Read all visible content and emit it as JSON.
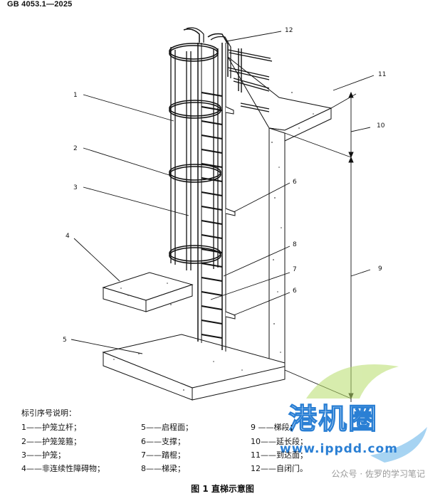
{
  "header": {
    "standard": "GB  4053.1—2025"
  },
  "callouts": {
    "c1": "1",
    "c2": "2",
    "c3": "3",
    "c4": "4",
    "c5": "5",
    "c6a": "6",
    "c6b": "6",
    "c7": "7",
    "c8": "8",
    "c9": "9",
    "c10": "10",
    "c11": "11",
    "c12": "12"
  },
  "legend": {
    "title": "标引序号说明：",
    "items": [
      "1——护笼立杆；",
      "2——护笼笼箍；",
      "3——护笼；",
      "4——非连续性障碍物；",
      "5——启程面；",
      "6——支撑；",
      "7——踏棍；",
      "8——梯梁；",
      "9 ——梯段；",
      "10——延长段；",
      "11——到达面；",
      "12——自闭门。"
    ]
  },
  "caption": "图 1    直梯示意图",
  "watermark": {
    "brand": "港机圈",
    "site": "www.ippdd.com",
    "account": "公众号 · 佐罗的学习笔记"
  }
}
